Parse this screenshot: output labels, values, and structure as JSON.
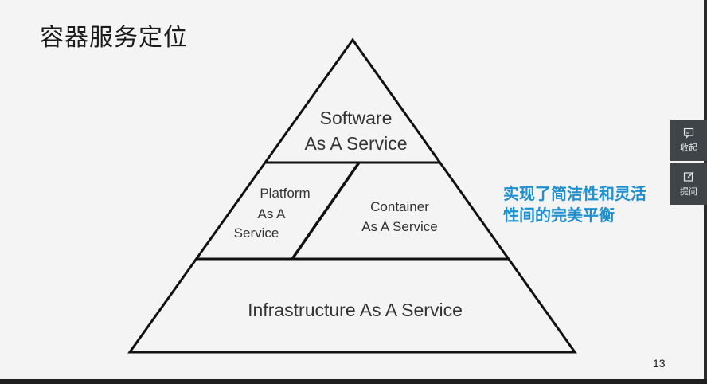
{
  "slide": {
    "title": "容器服务定位",
    "page_number": "13",
    "highlight_text": "实现了简洁性和灵活性间的完美平衡"
  },
  "pyramid": {
    "top": {
      "line1": "Software",
      "line2": "As A Service"
    },
    "middle_left": {
      "line1": "Platform",
      "line2": "As A",
      "line3": "Service"
    },
    "middle_right": {
      "line1": "Container",
      "line2": "As A Service"
    },
    "bottom": {
      "label": "Infrastructure As A Service"
    }
  },
  "side_toolbar": {
    "collapse_label": "收起",
    "ask_label": "提问",
    "background": "#3f4448"
  },
  "colors": {
    "highlight": "#1f8fcf",
    "pyramid_stroke": "#111111"
  }
}
